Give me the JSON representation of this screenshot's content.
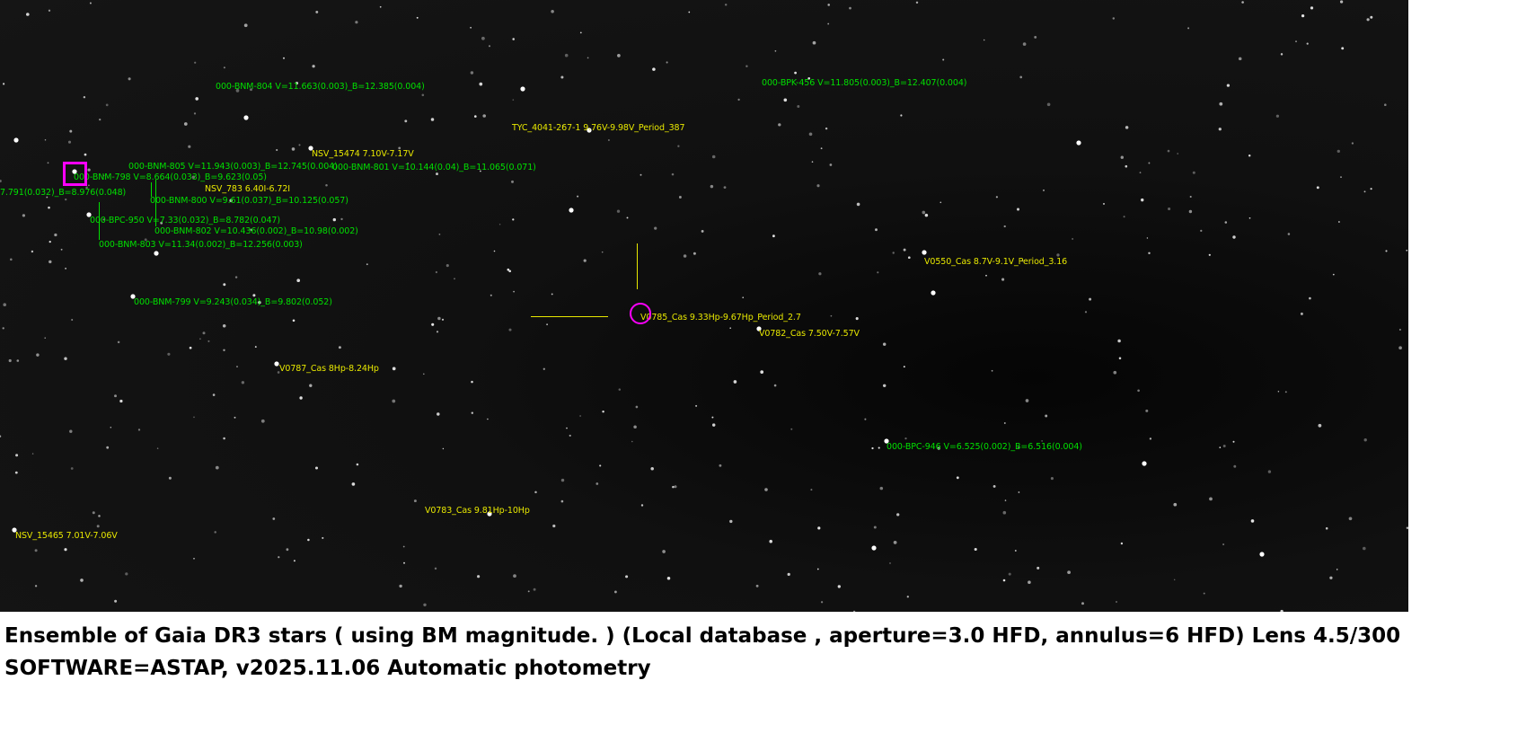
{
  "labels": {
    "bnm804": "000-BNM-804 V=11.663(0.003)_B=12.385(0.004)",
    "bpk456": "000-BPK-456 V=11.805(0.003)_B=12.407(0.004)",
    "tyc4041": "TYC_4041-267-1 9.76V-9.98V_Period_387",
    "nsv15474": "NSV_15474 7.10V-7.17V",
    "bnm805": "000-BNM-805 V=11.943(0.003)_B=12.745(0.004)",
    "bnm801": "000-BNM-801 V=10.144(0.04)_B=11.065(0.071)",
    "bnm798": "000-BNM-798 V=8.664(0.033)_B=9.623(0.05)",
    "truncated": "7.791(0.032)_B=8.976(0.048)",
    "nsv783": "NSV_783 6.40I-6.72I",
    "bnm800": "000-BNM-800 V=9.61(0.037)_B=10.125(0.057)",
    "bpc950": "000-BPC-950 V=7.33(0.032)_B=8.782(0.047)",
    "bnm802": "000-BNM-802 V=10.436(0.002)_B=10.98(0.002)",
    "bnm803": "000-BNM-803 V=11.34(0.002)_B=12.256(0.003)",
    "v0550": "V0550_Cas 8.7V-9.1V_Period_3.16",
    "bnm799": "000-BNM-799 V=9.243(0.034)_B=9.802(0.052)",
    "v0785": "V0785_Cas 9.33Hp-9.67Hp_Period_2.7",
    "v0782": "V0782_Cas 7.50V-7.57V",
    "v0787": "V0787_Cas 8Hp-8.24Hp",
    "bpc946": "000-BPC-946 V=6.525(0.002)_B=6.516(0.004)",
    "v0783": "V0783_Cas 9.81Hp-10Hp",
    "nsv15465": "NSV_15465 7.01V-7.06V"
  },
  "caption": {
    "line1": "Ensemble of Gaia DR3 stars ( using BM magnitude. ) (Local database , aperture=3.0 HFD, annulus=6 HFD) Lens  4.5/300",
    "line2": "SOFTWARE=ASTAP, v2025.11.06 Automatic photometry"
  },
  "colors": {
    "comparison": "#00e000",
    "variable": "#e8e800",
    "marker": "#ff00ff",
    "background": "#111111"
  }
}
